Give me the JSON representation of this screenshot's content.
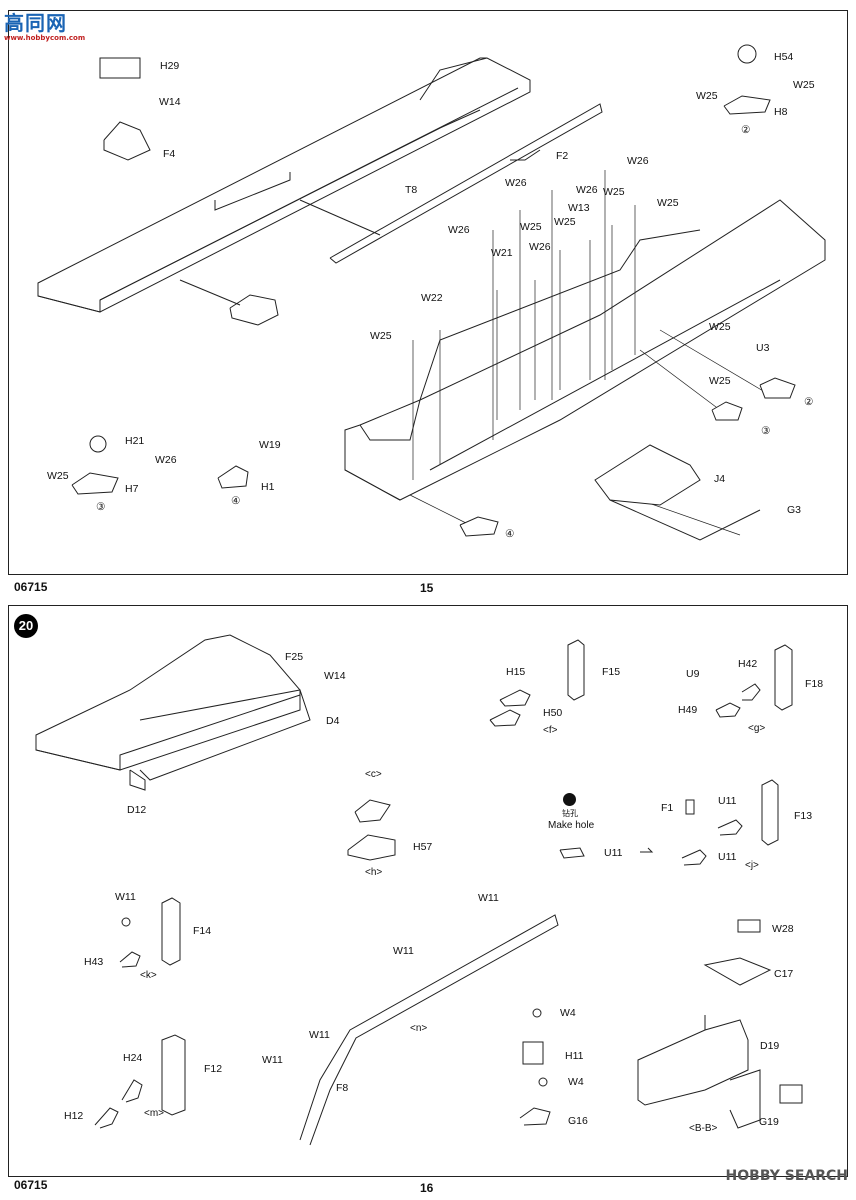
{
  "header": {
    "logo_text": "高同网",
    "logo_sub": "www.hobbycom.com"
  },
  "page15": {
    "code": "06715",
    "number": "15",
    "labels": {
      "H29": "H29",
      "W14": "W14",
      "F4": "F4",
      "T8": "T8",
      "F2": "F2",
      "H54": "H54",
      "W25a": "W25",
      "W25b": "W25",
      "H8": "H8",
      "c2a": "②",
      "W26a": "W26",
      "W26b": "W26",
      "W26c": "W26",
      "W26d": "W26",
      "W26e": "W26",
      "W25c": "W25",
      "W25d": "W25",
      "W25e": "W25",
      "W25f": "W25",
      "W13": "W13",
      "W21": "W21",
      "W22": "W22",
      "W25g": "W25",
      "W25h": "W25",
      "W25i": "W25",
      "U3": "U3",
      "c2b": "②",
      "c3a": "③",
      "H21": "H21",
      "W26f": "W26",
      "W25j": "W25",
      "H7": "H7",
      "c3b": "③",
      "W19": "W19",
      "H1": "H1",
      "c4a": "④",
      "c4b": "④",
      "J4": "J4",
      "G3": "G3"
    }
  },
  "page16": {
    "step": "20",
    "code": "06715",
    "number": "16",
    "make_hole_cn": "钻孔",
    "make_hole_en": "Make hole",
    "labels": {
      "F25": "F25",
      "W14": "W14",
      "D4": "D4",
      "D12": "D12",
      "H15": "H15",
      "F15": "F15",
      "H50": "H50",
      "f": "<f>",
      "U9": "U9",
      "H42": "H42",
      "F18": "F18",
      "H49": "H49",
      "g": "<g>",
      "c": "<c>",
      "H57": "H57",
      "h": "<h>",
      "U11a": "U11",
      "F1": "F1",
      "U11b": "U11",
      "F13": "F13",
      "U11c": "U11",
      "j": "<j>",
      "W11a": "W11",
      "F14": "F14",
      "H43": "H43",
      "k": "<k>",
      "W11b": "W11",
      "W11c": "W11",
      "n": "<n>",
      "W11d": "W11",
      "W11e": "W11",
      "F8": "F8",
      "H24": "H24",
      "F12": "F12",
      "H12": "H12",
      "m": "<m>",
      "W4a": "W4",
      "H11": "H11",
      "W4b": "W4",
      "G16": "G16",
      "W28": "W28",
      "C17": "C17",
      "D19": "D19",
      "G19": "G19",
      "BB": "<B-B>"
    }
  },
  "watermark": "HOBBY SEARCH"
}
